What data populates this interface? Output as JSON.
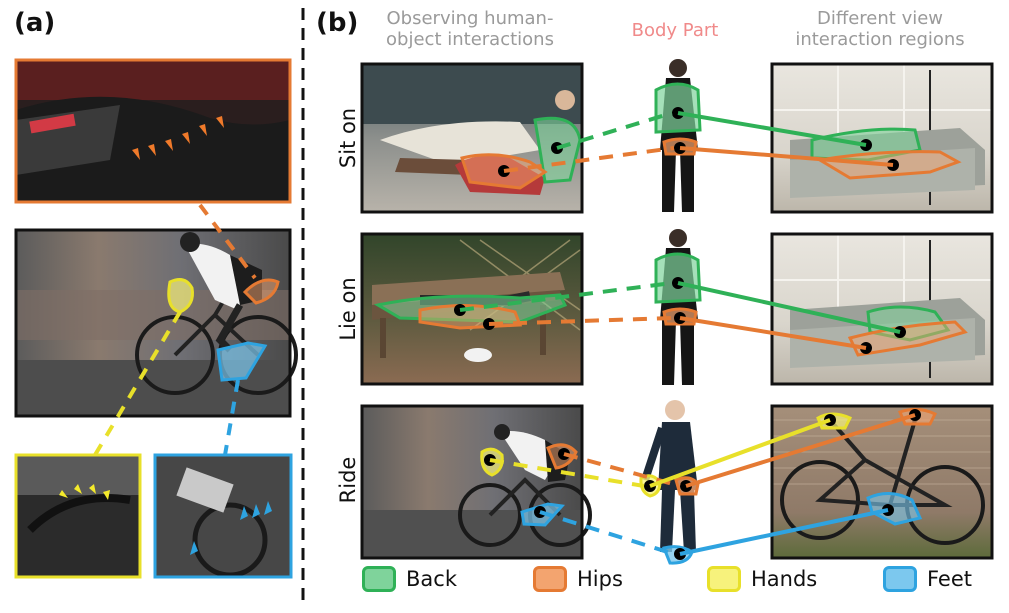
{
  "panels": {
    "a": "(a)",
    "b": "(b)"
  },
  "columns": {
    "observing": [
      "Observing human-",
      "object interactions"
    ],
    "body_part": "Body Part",
    "view": [
      "Different view",
      "interaction regions"
    ]
  },
  "rows": [
    "Sit on",
    "Lie on",
    "Ride"
  ],
  "legend": [
    {
      "label": "Back",
      "fill": "#7fd39b",
      "stroke": "#2fb157"
    },
    {
      "label": "Hips",
      "fill": "#f3a46f",
      "stroke": "#e57a33"
    },
    {
      "label": "Hands",
      "fill": "#f7f27c",
      "stroke": "#e8e02a"
    },
    {
      "label": "Feet",
      "fill": "#7cc8ee",
      "stroke": "#2ea3e0"
    }
  ],
  "colors": {
    "back": "#2fb157",
    "hips": "#e57a33",
    "hands": "#e8e02a",
    "feet": "#2ea3e0",
    "frame": "#111111"
  }
}
